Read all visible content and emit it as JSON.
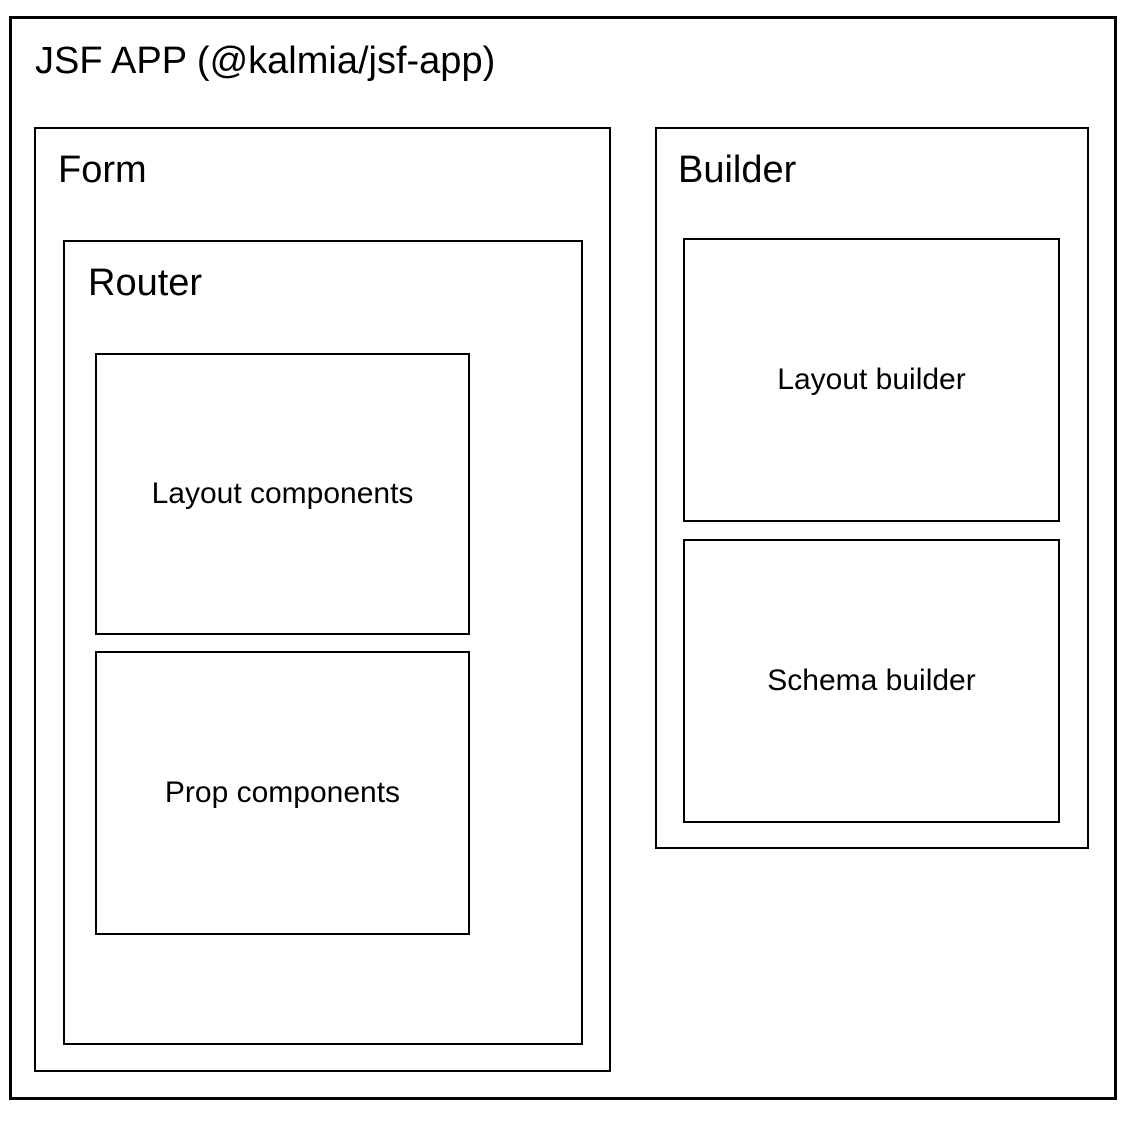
{
  "diagram": {
    "title": "JSF APP (@kalmia/jsf-app)",
    "colors": {
      "border": "#000000",
      "background": "#ffffff",
      "text": "#000000"
    },
    "form": {
      "label": "Form",
      "router": {
        "label": "Router",
        "children": [
          {
            "label": "Layout components"
          },
          {
            "label": "Prop components"
          }
        ]
      }
    },
    "builder": {
      "label": "Builder",
      "children": [
        {
          "label": "Layout builder"
        },
        {
          "label": "Schema builder"
        }
      ]
    }
  }
}
